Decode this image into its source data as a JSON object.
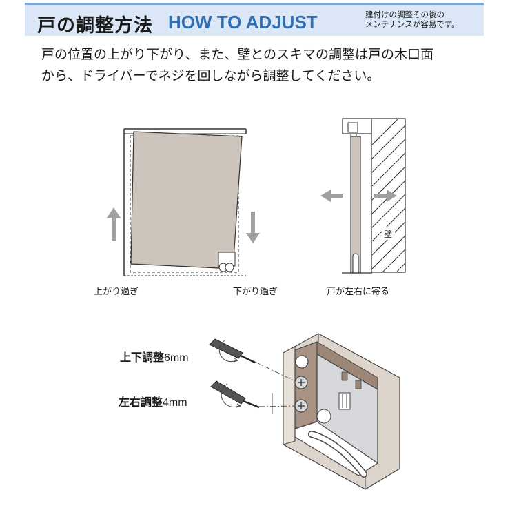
{
  "header": {
    "title_jp": "戸の調整方法",
    "title_en": "HOW TO ADJUST",
    "note_line1": "建付けの調整その後の",
    "note_line2": "メンテナンスが容易です。"
  },
  "intro": {
    "line1": "戸の位置の上がり下がり、また、壁とのスキマの調整は戸の木口面",
    "line2": "から、ドライバーでネジを回しながら調整してください。"
  },
  "diagram_captions": {
    "too_high": "上がり過ぎ",
    "too_low": "下がり過ぎ",
    "left_right": "戸が左右に寄る",
    "wall": "壁"
  },
  "adjust": {
    "vertical_prefix": "上下調整",
    "vertical_value": "6mm",
    "horizontal_prefix": "左右調整",
    "horizontal_value": "4mm"
  },
  "colors": {
    "header_bg": "#dbe7f6",
    "title_en": "#2f6fb6",
    "door_fill": "#cdc5bb",
    "arrow_gray": "#a0a0a0"
  }
}
